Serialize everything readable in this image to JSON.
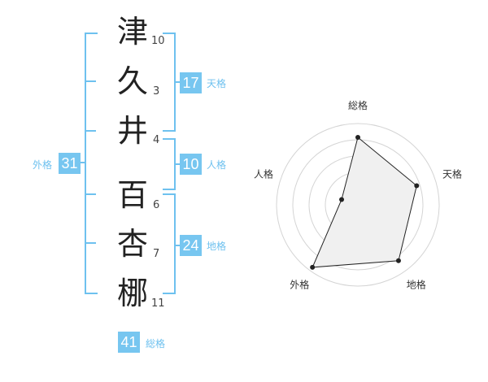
{
  "characters": [
    {
      "char": "津",
      "strokes": "10"
    },
    {
      "char": "久",
      "strokes": "3"
    },
    {
      "char": "井",
      "strokes": "4"
    },
    {
      "char": "百",
      "strokes": "6"
    },
    {
      "char": "杏",
      "strokes": "7"
    },
    {
      "char": "梛",
      "strokes": "11"
    }
  ],
  "fortunes": {
    "tenkaku": {
      "value": "17",
      "label": "天格"
    },
    "jinkaku": {
      "value": "10",
      "label": "人格"
    },
    "chikaku": {
      "value": "24",
      "label": "地格"
    },
    "gaikaku": {
      "value": "31",
      "label": "外格"
    },
    "soukaku": {
      "value": "41",
      "label": "総格"
    }
  },
  "colors": {
    "accent": "#77c6f0",
    "bracket": "#6ec1ef",
    "text": "#222222"
  },
  "chart_data": {
    "type": "radar",
    "axes": [
      "総格",
      "天格",
      "地格",
      "外格",
      "人格"
    ],
    "values": [
      0.83,
      0.76,
      0.85,
      0.95,
      0.21
    ],
    "rings": 5
  }
}
